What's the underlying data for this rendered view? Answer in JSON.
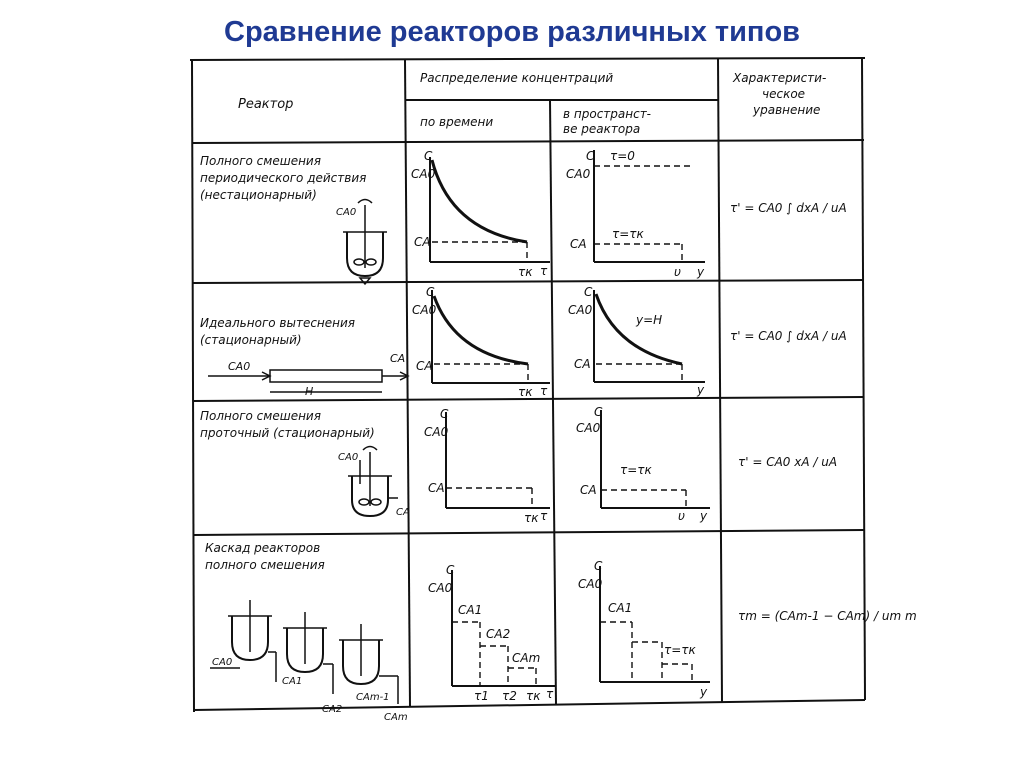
{
  "title": "Сравнение реакторов различных типов",
  "header": {
    "reactor": "Реактор",
    "distribution": "Распределение концентраций",
    "by_time": "по времени",
    "in_space_1": "в пространст-",
    "in_space_2": "ве реактора",
    "char_eq_1": "Характеристи-",
    "char_eq_2": "ческое",
    "char_eq_3": "уравнение"
  },
  "rows": [
    {
      "name_lines": [
        "Полного смешения",
        "периодического действия",
        "(нестационарный)"
      ],
      "time": {
        "c": "C",
        "ca0": "CA0",
        "ca": "CA",
        "tk": "τк",
        "t": "τ"
      },
      "space": {
        "c": "C",
        "ca0": "CA0",
        "ca": "CA",
        "top": "τ=0",
        "mid": "τ=τк",
        "v": "υ",
        "y": "y"
      },
      "equation": "τ' = CA0 ∫ dxA / uA"
    },
    {
      "name_lines": [
        "Идеального вытеснения",
        "(стационарный)"
      ],
      "time": {
        "c": "C",
        "ca0": "CA0",
        "ca": "CA",
        "tk": "τк",
        "t": "τ"
      },
      "space": {
        "c": "C",
        "ca0": "CA0",
        "ca": "CA",
        "mid": "y=H",
        "y": "y"
      },
      "labels": {
        "in": "CA0",
        "out": "CA",
        "h": "H"
      },
      "equation": "τ' = CA0 ∫ dxA / uA"
    },
    {
      "name_lines": [
        "Полного смешения",
        "проточный (стационарный)"
      ],
      "time": {
        "c": "C",
        "ca0": "CA0",
        "ca": "CA",
        "tk": "τк",
        "t": "τ"
      },
      "space": {
        "c": "C",
        "ca0": "CA0",
        "ca": "CA",
        "mid": "τ=τк",
        "v": "υ",
        "y": "y"
      },
      "labels": {
        "in": "CA0",
        "out": "CA"
      },
      "equation": "τ' = CA0 xA / uA"
    },
    {
      "name_lines": [
        "Каскад реакторов",
        "полного смешения"
      ],
      "time": {
        "c": "C",
        "ca0": "CA0",
        "ca1": "CA1",
        "ca2": "CA2",
        "cam": "CAm",
        "t1": "τ1",
        "t2": "τ2",
        "tk": "τк",
        "t": "τ"
      },
      "space": {
        "c": "C",
        "ca0": "CA0",
        "ca1": "CA1",
        "mid": "τ=τк",
        "y": "y"
      },
      "labels": {
        "ca0": "CA0",
        "ca1": "CA1",
        "ca2": "CA2",
        "cam1": "CAm-1",
        "cam": "CAm"
      },
      "equation": "τm = (CAm-1 − CAm) / um  m"
    }
  ]
}
